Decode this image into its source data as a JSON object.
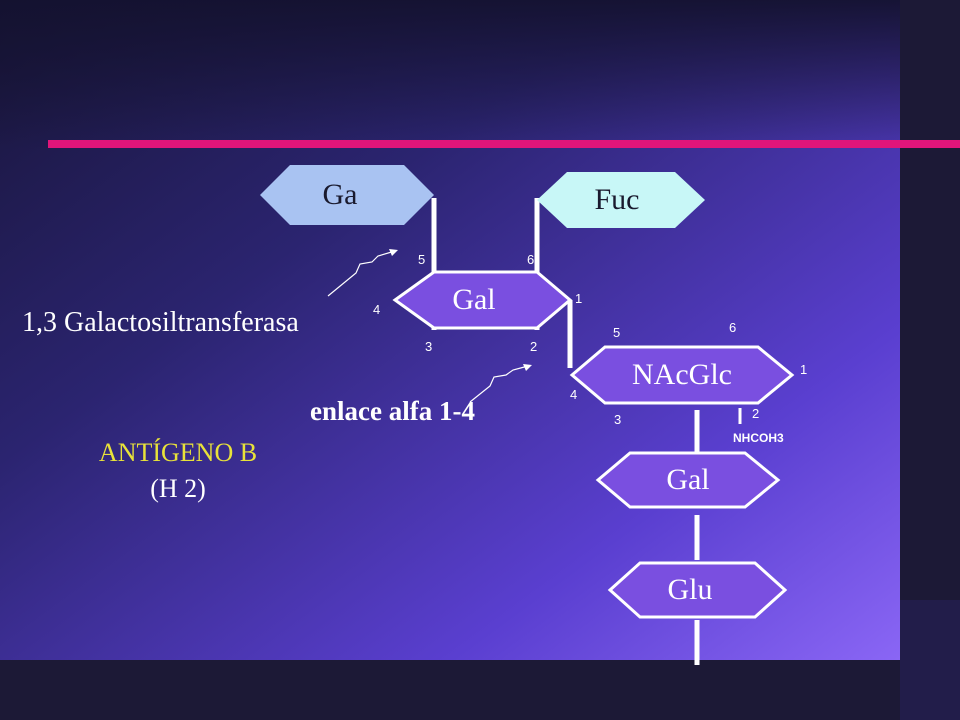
{
  "colors": {
    "background_dark": "#1a1740",
    "background_light": "#8060f0",
    "accent_bar": "#e0157a",
    "hex_light_blue": "#a9c3f2",
    "hex_cyan": "#c8f7f7",
    "hex_purple": "#7a4fe0",
    "title_yellow": "#e8e23a"
  },
  "residues": {
    "ga": "Ga",
    "fuc": "Fuc",
    "gal_top": "Gal",
    "nacglc": "NAcGlc",
    "gal_bottom": "Gal",
    "glu": "Glu"
  },
  "positions": {
    "gal_5": "5",
    "gal_6": "6",
    "gal_4": "4",
    "gal_1": "1",
    "gal_3": "3",
    "gal_2": "2",
    "nac_5": "5",
    "nac_6": "6",
    "nac_1": "1",
    "nac_4": "4",
    "nac_3": "3",
    "nac_2": "2"
  },
  "substituent": "NHCOH3",
  "annotations": {
    "enzyme": "1,3 Galactosiltransferasa",
    "linkage": "enlace alfa 1-4"
  },
  "title": {
    "line1": "ANTÍGENO B",
    "line2": "(H 2)"
  }
}
